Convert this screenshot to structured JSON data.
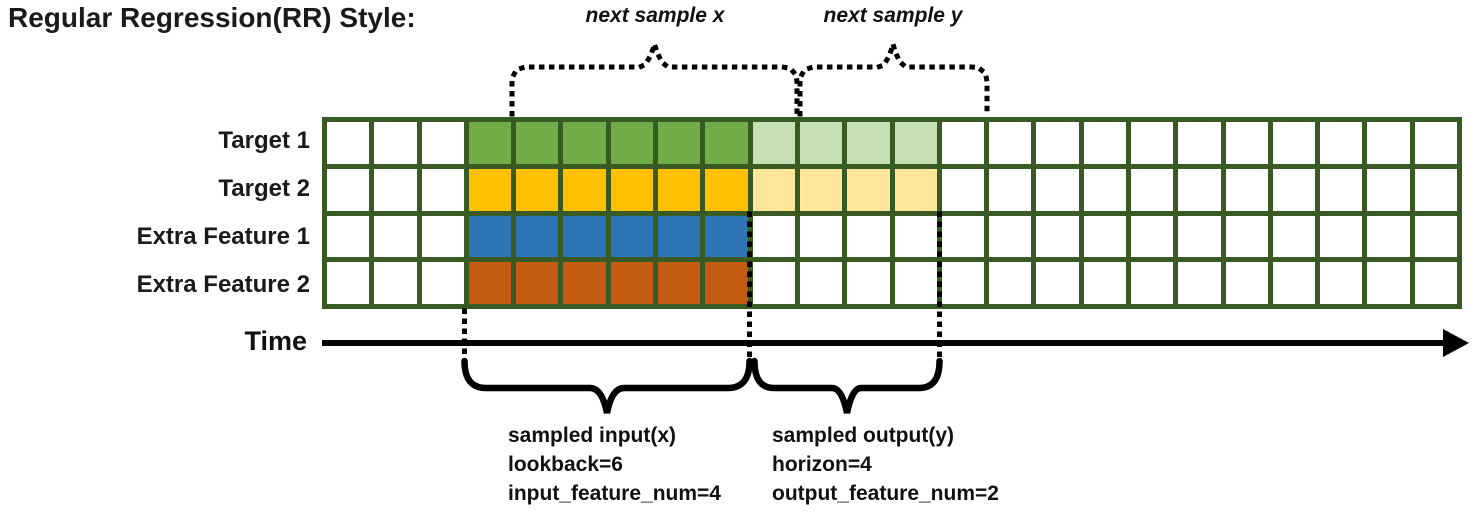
{
  "title": "Regular Regression(RR) Style:",
  "annotations": {
    "next_sample_x": "next sample x",
    "next_sample_y": "next sample y"
  },
  "axis": {
    "time_label": "Time"
  },
  "grid": {
    "border_color": "#3A5A23",
    "empty_cell_color": "#FFFFFF",
    "total_columns": 24,
    "lead_in_columns": 3,
    "lookback": 6,
    "horizon": 4,
    "rows": [
      {
        "id": "target-1",
        "label": "Target 1",
        "input_color": "#70AD47",
        "output_color": "#C6E0B4"
      },
      {
        "id": "target-2",
        "label": "Target 2",
        "input_color": "#FFC000",
        "output_color": "#FFE699"
      },
      {
        "id": "extra-feature-1",
        "label": "Extra Feature 1",
        "input_color": "#2E75B6",
        "output_color": null
      },
      {
        "id": "extra-feature-2",
        "label": "Extra Feature 2",
        "input_color": "#C55A11",
        "output_color": null
      }
    ]
  },
  "captions": {
    "input": {
      "title": "sampled input(x)",
      "lookback": "lookback=6",
      "feature_num": "input_feature_num=4"
    },
    "output": {
      "title": "sampled output(y)",
      "horizon": "horizon=4",
      "feature_num": "output_feature_num=2"
    }
  }
}
